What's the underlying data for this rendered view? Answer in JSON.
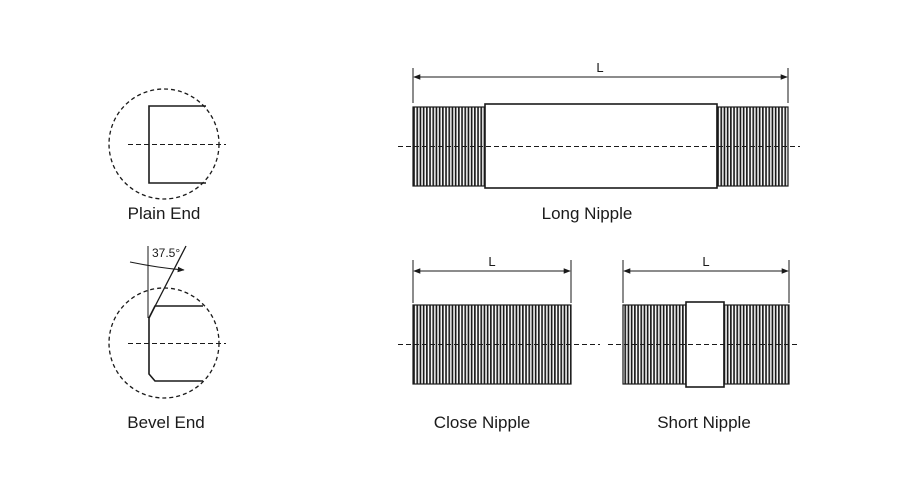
{
  "diagram": {
    "labels": {
      "plain_end": "Plain End",
      "bevel_end": "Bevel End",
      "long_nipple": "Long Nipple",
      "close_nipple": "Close Nipple",
      "short_nipple": "Short Nipple"
    },
    "dimensions": {
      "long_length": "L",
      "close_length": "L",
      "short_length": "L",
      "bevel_angle": "37.5°"
    },
    "colors": {
      "line": "#1a1a1a",
      "background": "#ffffff"
    }
  }
}
